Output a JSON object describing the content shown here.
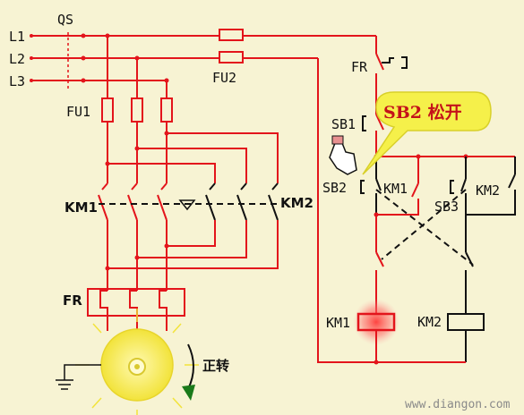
{
  "lines": [
    "L1",
    "L2",
    "L3"
  ],
  "switch": "QS",
  "fuses": {
    "main": "FU1",
    "control": "FU2"
  },
  "relay": "FR",
  "contactors": {
    "forward": "KM1",
    "reverse": "KM2"
  },
  "buttons": {
    "stop": "SB1",
    "forward": "SB2",
    "reverse": "SB3"
  },
  "coils": {
    "forward": "KM1",
    "reverse": "KM2"
  },
  "callout": "SB2 松开",
  "rotation": "正转",
  "watermark": "www.diangon.com",
  "colors": {
    "active": "#e3141b",
    "inactive": "#111111",
    "callout": "#f5f04a",
    "motor": "#f6ef5a",
    "background": "#f7f3d3"
  }
}
